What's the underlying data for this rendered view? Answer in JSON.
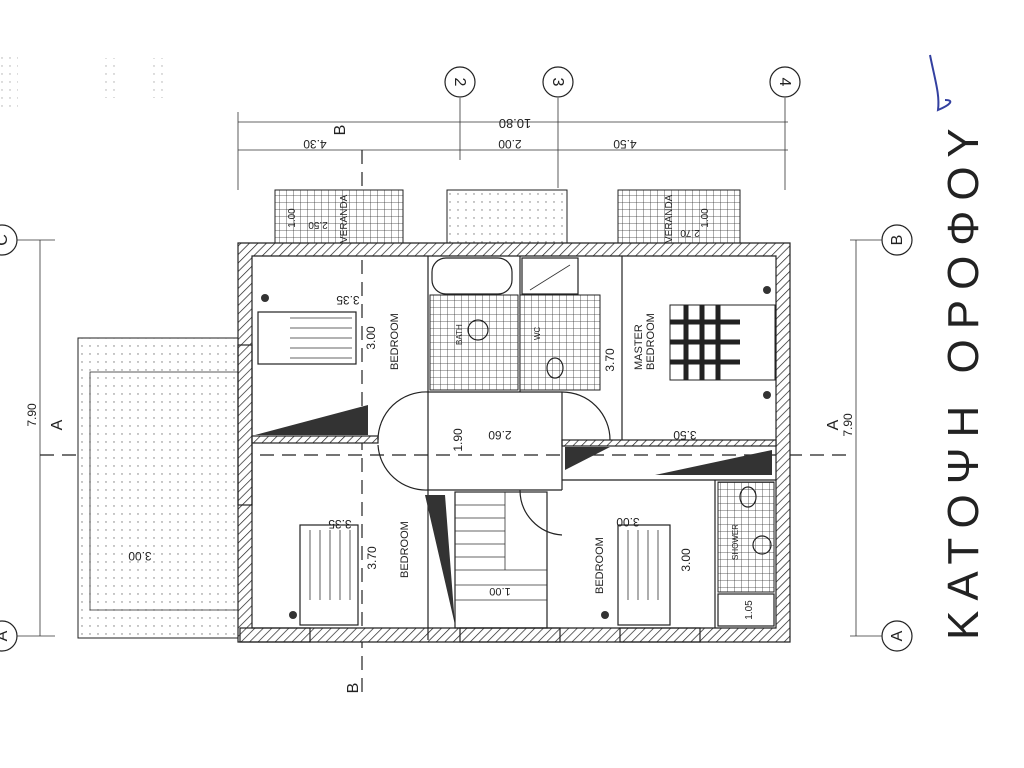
{
  "title": "ΚΑΤΟΨΗ ΟΡΟΦΟΥ",
  "grid_labels": {
    "g2": "2",
    "g3": "3",
    "g4": "4",
    "gA": "A",
    "gB": "B",
    "gAleft": "A",
    "gCleft": "C"
  },
  "section_labels": {
    "a_left": "A",
    "a_right": "A",
    "b_top": "B",
    "b_bottom": "B"
  },
  "dimensions": {
    "total_width": "10.80",
    "seg1": "4.30",
    "seg2": "2.00",
    "seg3": "4.50",
    "depth_left": "7.90",
    "depth_right": "7.90",
    "terrace": "3.00",
    "bed1_w": "3.35",
    "bed1_d": "3.00",
    "bed2_w": "3.35",
    "bed2_d": "3.70",
    "master_d": "3.70",
    "master_w": "3.50",
    "hall_w": "2.60",
    "hall_d": "1.90",
    "bed3_w": "3.00",
    "bed3_d": "3.00",
    "stair": "1.00",
    "veranda1_w": "2.50",
    "veranda1_d": "1.00",
    "veranda2_d": "1.00",
    "veranda2_w": "2.70",
    "wc": "1.05"
  },
  "rooms": {
    "bed1": "BEDROOM",
    "bed2": "BEDROOM",
    "bed3": "BEDROOM",
    "master1": "MASTER",
    "master2": "BEDROOM",
    "veranda1": "VERANDA",
    "veranda2": "VERANDA",
    "bath": "BATH",
    "wc": "WC",
    "shower": "SHOWER"
  }
}
